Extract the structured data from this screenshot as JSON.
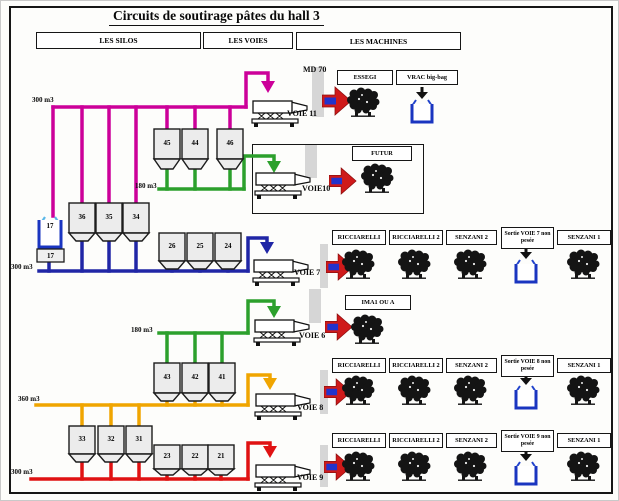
{
  "title": "Circuits de soutirage pâtes du hall 3",
  "column_headers": {
    "silos": "LES SILOS",
    "voies": "LES VOIES",
    "machines": "LES MACHINES"
  },
  "volumes": {
    "magenta_trunk": "300 m3",
    "green_top_trunk": "180 m3",
    "blue_trunk": "300 m3",
    "green_mid_trunk": "180 m3",
    "orange_trunk": "360 m3",
    "red_trunk": "300 m3"
  },
  "silo_groups": [
    {
      "silos": [
        "45",
        "44",
        "46"
      ]
    },
    {
      "silos": [
        "36",
        "35",
        "34"
      ]
    },
    {
      "silos": [
        "26",
        "25",
        "24"
      ]
    },
    {
      "silos": [
        "43",
        "42",
        "41"
      ]
    },
    {
      "silos": [
        "33",
        "32",
        "31"
      ]
    },
    {
      "silos": [
        "23",
        "22",
        "21"
      ]
    }
  ],
  "big_bag_silo": {
    "bag_label": "17",
    "hopper_label": "17"
  },
  "voie_labels": {
    "voie11": "VOIE 11",
    "voie10": "VOIE10",
    "voie7": "VOIE 7",
    "voie6": "VOIE 6",
    "voie8": "VOIE 8",
    "voie9": "VOIE 9"
  },
  "machines_top": {
    "md70": "MD 70",
    "essegi": "ESSEGI",
    "vrac": "VRAC big-bag"
  },
  "futur": "FUTUR",
  "ima": "IMA1 OU A",
  "machine_rows": [
    {
      "voie": "VOIE 7",
      "machines": [
        "RICCIARELLI",
        "RICCIARELLI 2",
        "SENZANI 2",
        "Sortie VOIE 7 non pesée",
        "SENZANI 1"
      ]
    },
    {
      "voie": "VOIE 8",
      "machines": [
        "RICCIARELLI",
        "RICCIARELLI 2",
        "SENZANI 2",
        "Sortie VOIE 8 non pesée",
        "SENZANI 1"
      ]
    },
    {
      "voie": "VOIE 9",
      "machines": [
        "RICCIARELLI",
        "RICCIARELLI 2",
        "SENZANI 2",
        "Sortie VOIE 9 non pesée",
        "SENZANI 1"
      ]
    }
  ],
  "colors": {
    "magenta_circuit": "#cc0099",
    "green_circuit": "#2ca02c",
    "blue_circuit": "#2026a6",
    "orange_circuit": "#f0a500",
    "red_circuit": "#e01212",
    "arrow_red": "#cf1a1a",
    "arrow_blue": "#2233cc",
    "container_blue": "#1a35c0"
  }
}
